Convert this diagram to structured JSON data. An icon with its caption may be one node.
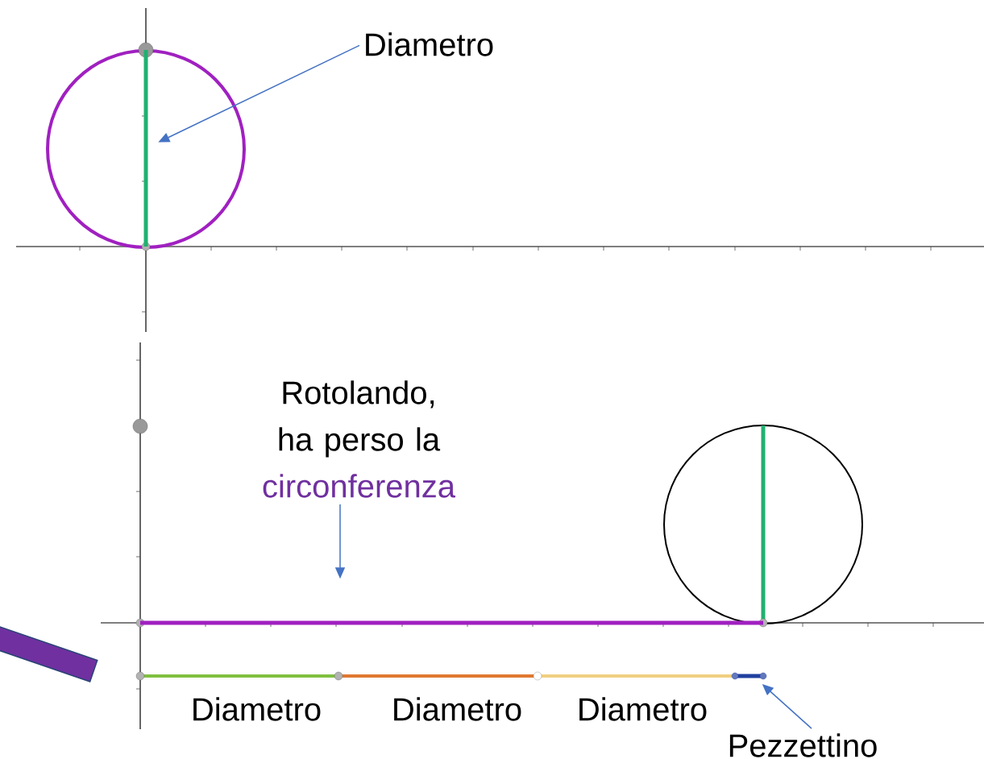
{
  "diagram": {
    "nodes": [
      {
        "text": [
          "Diametro"
        ]
      },
      {
        "text": [],
        "shape": "bar"
      },
      {
        "text": [
          "Rotolando, ha perso la",
          "circonferenza"
        ]
      },
      {
        "text": [],
        "shape": "bar"
      },
      {
        "text": [
          "Pezzettino"
        ]
      },
      {
        "text": [],
        "shape": "bar"
      },
      {
        "text": [],
        "shape": "bar"
      }
    ],
    "edges": [
      {
        "from": 0,
        "to": 1,
        "arrow": "to"
      },
      {
        "from": 2,
        "to": 3,
        "arrow": "to"
      },
      {
        "from": 4,
        "to": 5,
        "arrow": "to"
      }
    ],
    "labels": [
      "Diametro",
      "Diametro",
      "Diametro"
    ]
  }
}
